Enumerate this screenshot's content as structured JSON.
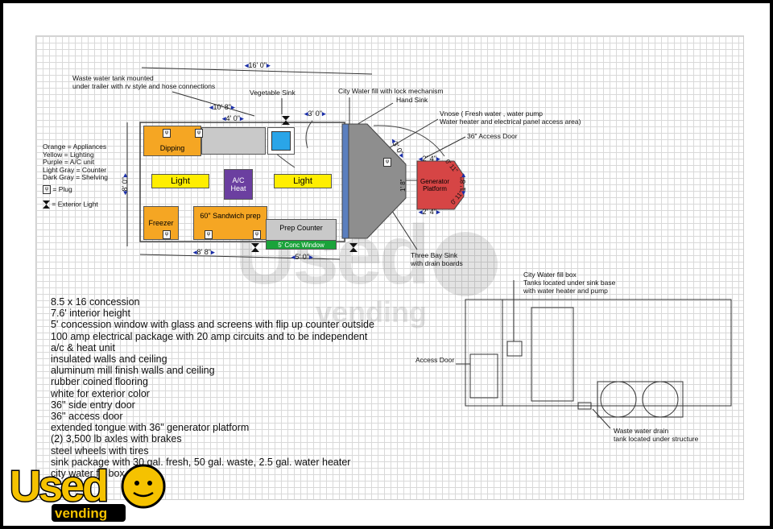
{
  "legend": [
    "Orange = Appliances",
    "Yellow = Lighting",
    "Purple = A/C unit",
    "Light Gray = Counter",
    "Dark  Gray = Shelving"
  ],
  "legend_icons": {
    "plug": "= Plug",
    "light": "= Exterior Light"
  },
  "dimensions": {
    "overall_length": "16' 0\"",
    "width": "8' 0\"",
    "d1": "10' 8\"",
    "d2": "4' 0\"",
    "d3": "3' 0\"",
    "d4": "8' 8\"",
    "d5": "5' 0\"",
    "d6": "3' 0\"",
    "d7": "2' 4\"",
    "d8": "2' 4\"",
    "d9": "0' 11\"",
    "d10": "0' 11\"",
    "d11": "1' 8\"",
    "d12": "1' 8\""
  },
  "labels": {
    "waste_tank": "Waste water tank mounted\nunder trailer with rv style and hose connections",
    "vegetable_sink": "Vegetable Sink",
    "city_water": "City Water fill with lock mechanism",
    "hand_sink": "Hand Sink",
    "vnose": "Vnose ( Fresh water , water pump\nWater heater and electrical panel access area)",
    "access_door_36": "36\" Access Door",
    "three_bay": "Three Bay Sink\nwith drain boards",
    "dipping": "Dipping",
    "light1": "Light",
    "light2": "Light",
    "ac_heat": "A/C\nHeat",
    "freezer": "Freezer",
    "sandwich": "60\" Sandwich prep",
    "prep_counter": "Prep Counter",
    "conc_window": "5' Conc Window",
    "generator": "Generator\nPlatform",
    "city_fill_box": "City Water fill box\nTanks located under sink base\nwith water heater and pump",
    "access_door": "Access Door",
    "waste_drain": "Waste water drain\ntank located under structure"
  },
  "specs": [
    "8.5 x 16 concession",
    "7.6' interior height",
    "5' concession window with glass and screens with flip up counter outside",
    "100 amp electrical package with 20 amp circuits and to be independent",
    "a/c & heat unit",
    "insulated walls and ceiling",
    "aluminum mill finish walls and ceiling",
    "rubber coined flooring",
    "white for exterior color",
    "36'' side entry door",
    "36'' access door",
    "extended tongue with 36\" generator platform",
    "(2) 3,500 lb axles with brakes",
    "steel wheels with tires",
    "sink package with 30 gal. fresh, 50 gal. waste, 2.5 gal. water heater",
    "city water fill box"
  ],
  "brand": {
    "line1": "Used",
    "line2": "vending"
  },
  "colors": {
    "orange": "#f5a623",
    "yellow": "#ffee00",
    "purple": "#6b3fa0",
    "light_gray": "#c9c9c9",
    "dark_gray": "#8e8e8e",
    "green": "#1aa33a",
    "red": "#d64545",
    "blue": "#1b2fa8",
    "sky": "#2aa5e8"
  }
}
